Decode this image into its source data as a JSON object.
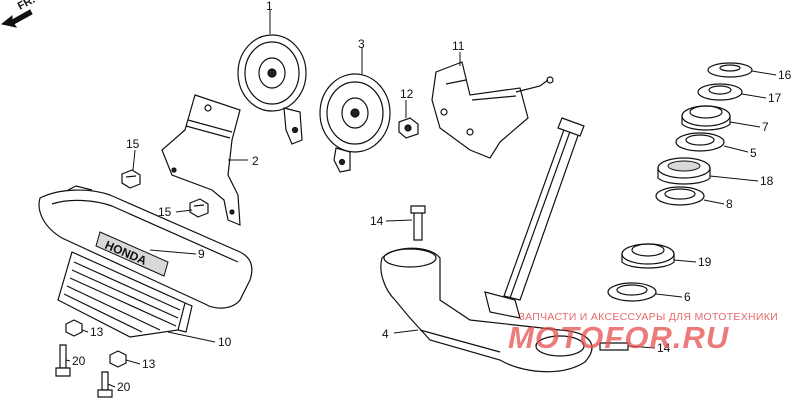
{
  "diagram": {
    "part_numbers": [
      "1",
      "2",
      "3",
      "4",
      "5",
      "6",
      "7",
      "8",
      "9",
      "10",
      "11",
      "12",
      "13",
      "13",
      "14",
      "14",
      "15",
      "15",
      "16",
      "17",
      "18",
      "19",
      "20",
      "20"
    ],
    "front_arrow_label": "FR.",
    "emblem_text": "HONDA",
    "watermark_line": "ЗАПЧАСТИ И АКСЕССУАРЫ ДЛЯ МОТОТЕХНИКИ",
    "watermark_brand": "MOTOFOR.RU"
  }
}
